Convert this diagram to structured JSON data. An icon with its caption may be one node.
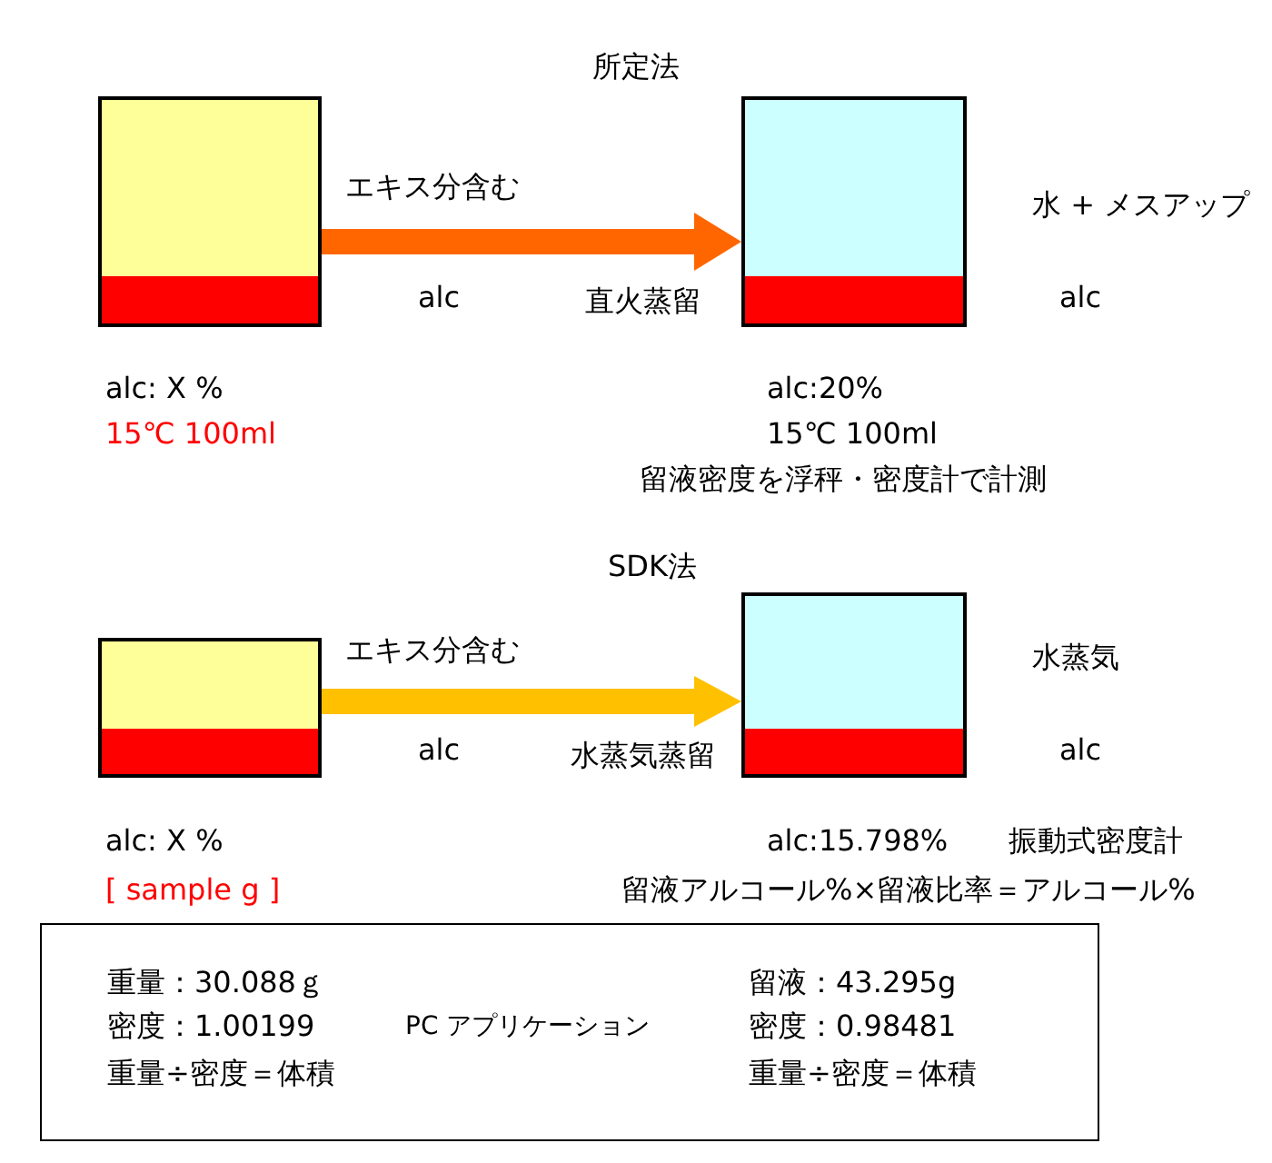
{
  "diagram": {
    "nodes": [
      {
        "text": [],
        "shape": "box",
        "beside": [
          "エキス分含む",
          "alc",
          "alc: X %",
          "15℃ 100ml"
        ]
      },
      {
        "text": [],
        "shape": "box",
        "beside": [
          "水 + メスアップ",
          "alc",
          "alc:20%",
          "15℃ 100ml",
          "留液密度を浮秤・密度計で計測"
        ]
      },
      {
        "text": [],
        "shape": "box",
        "beside": [
          "エキス分含む",
          "alc",
          "alc: X %",
          "[ sample g ]"
        ]
      },
      {
        "text": [],
        "shape": "box",
        "beside": [
          "水蒸気",
          "alc",
          "alc:15.798%",
          "振動式密度計",
          "留液アルコール%×留液比率＝アルコール%"
        ]
      },
      {
        "text": [
          "重量：30.088ｇ",
          "密度：1.00199",
          "重量÷密度＝体積",
          "PC アプリケーション",
          "留液：43.295g",
          "密度：0.98481",
          "重量÷密度＝体積"
        ]
      }
    ],
    "edges": [
      {
        "from": 0,
        "to": 1,
        "arrow": "to",
        "label": "直火蒸留",
        "color": "#ff6600"
      },
      {
        "from": 2,
        "to": 3,
        "arrow": "to",
        "label": "水蒸気蒸留",
        "color": "#ffc000"
      }
    ],
    "labels": [
      "所定法",
      "SDK法"
    ]
  }
}
